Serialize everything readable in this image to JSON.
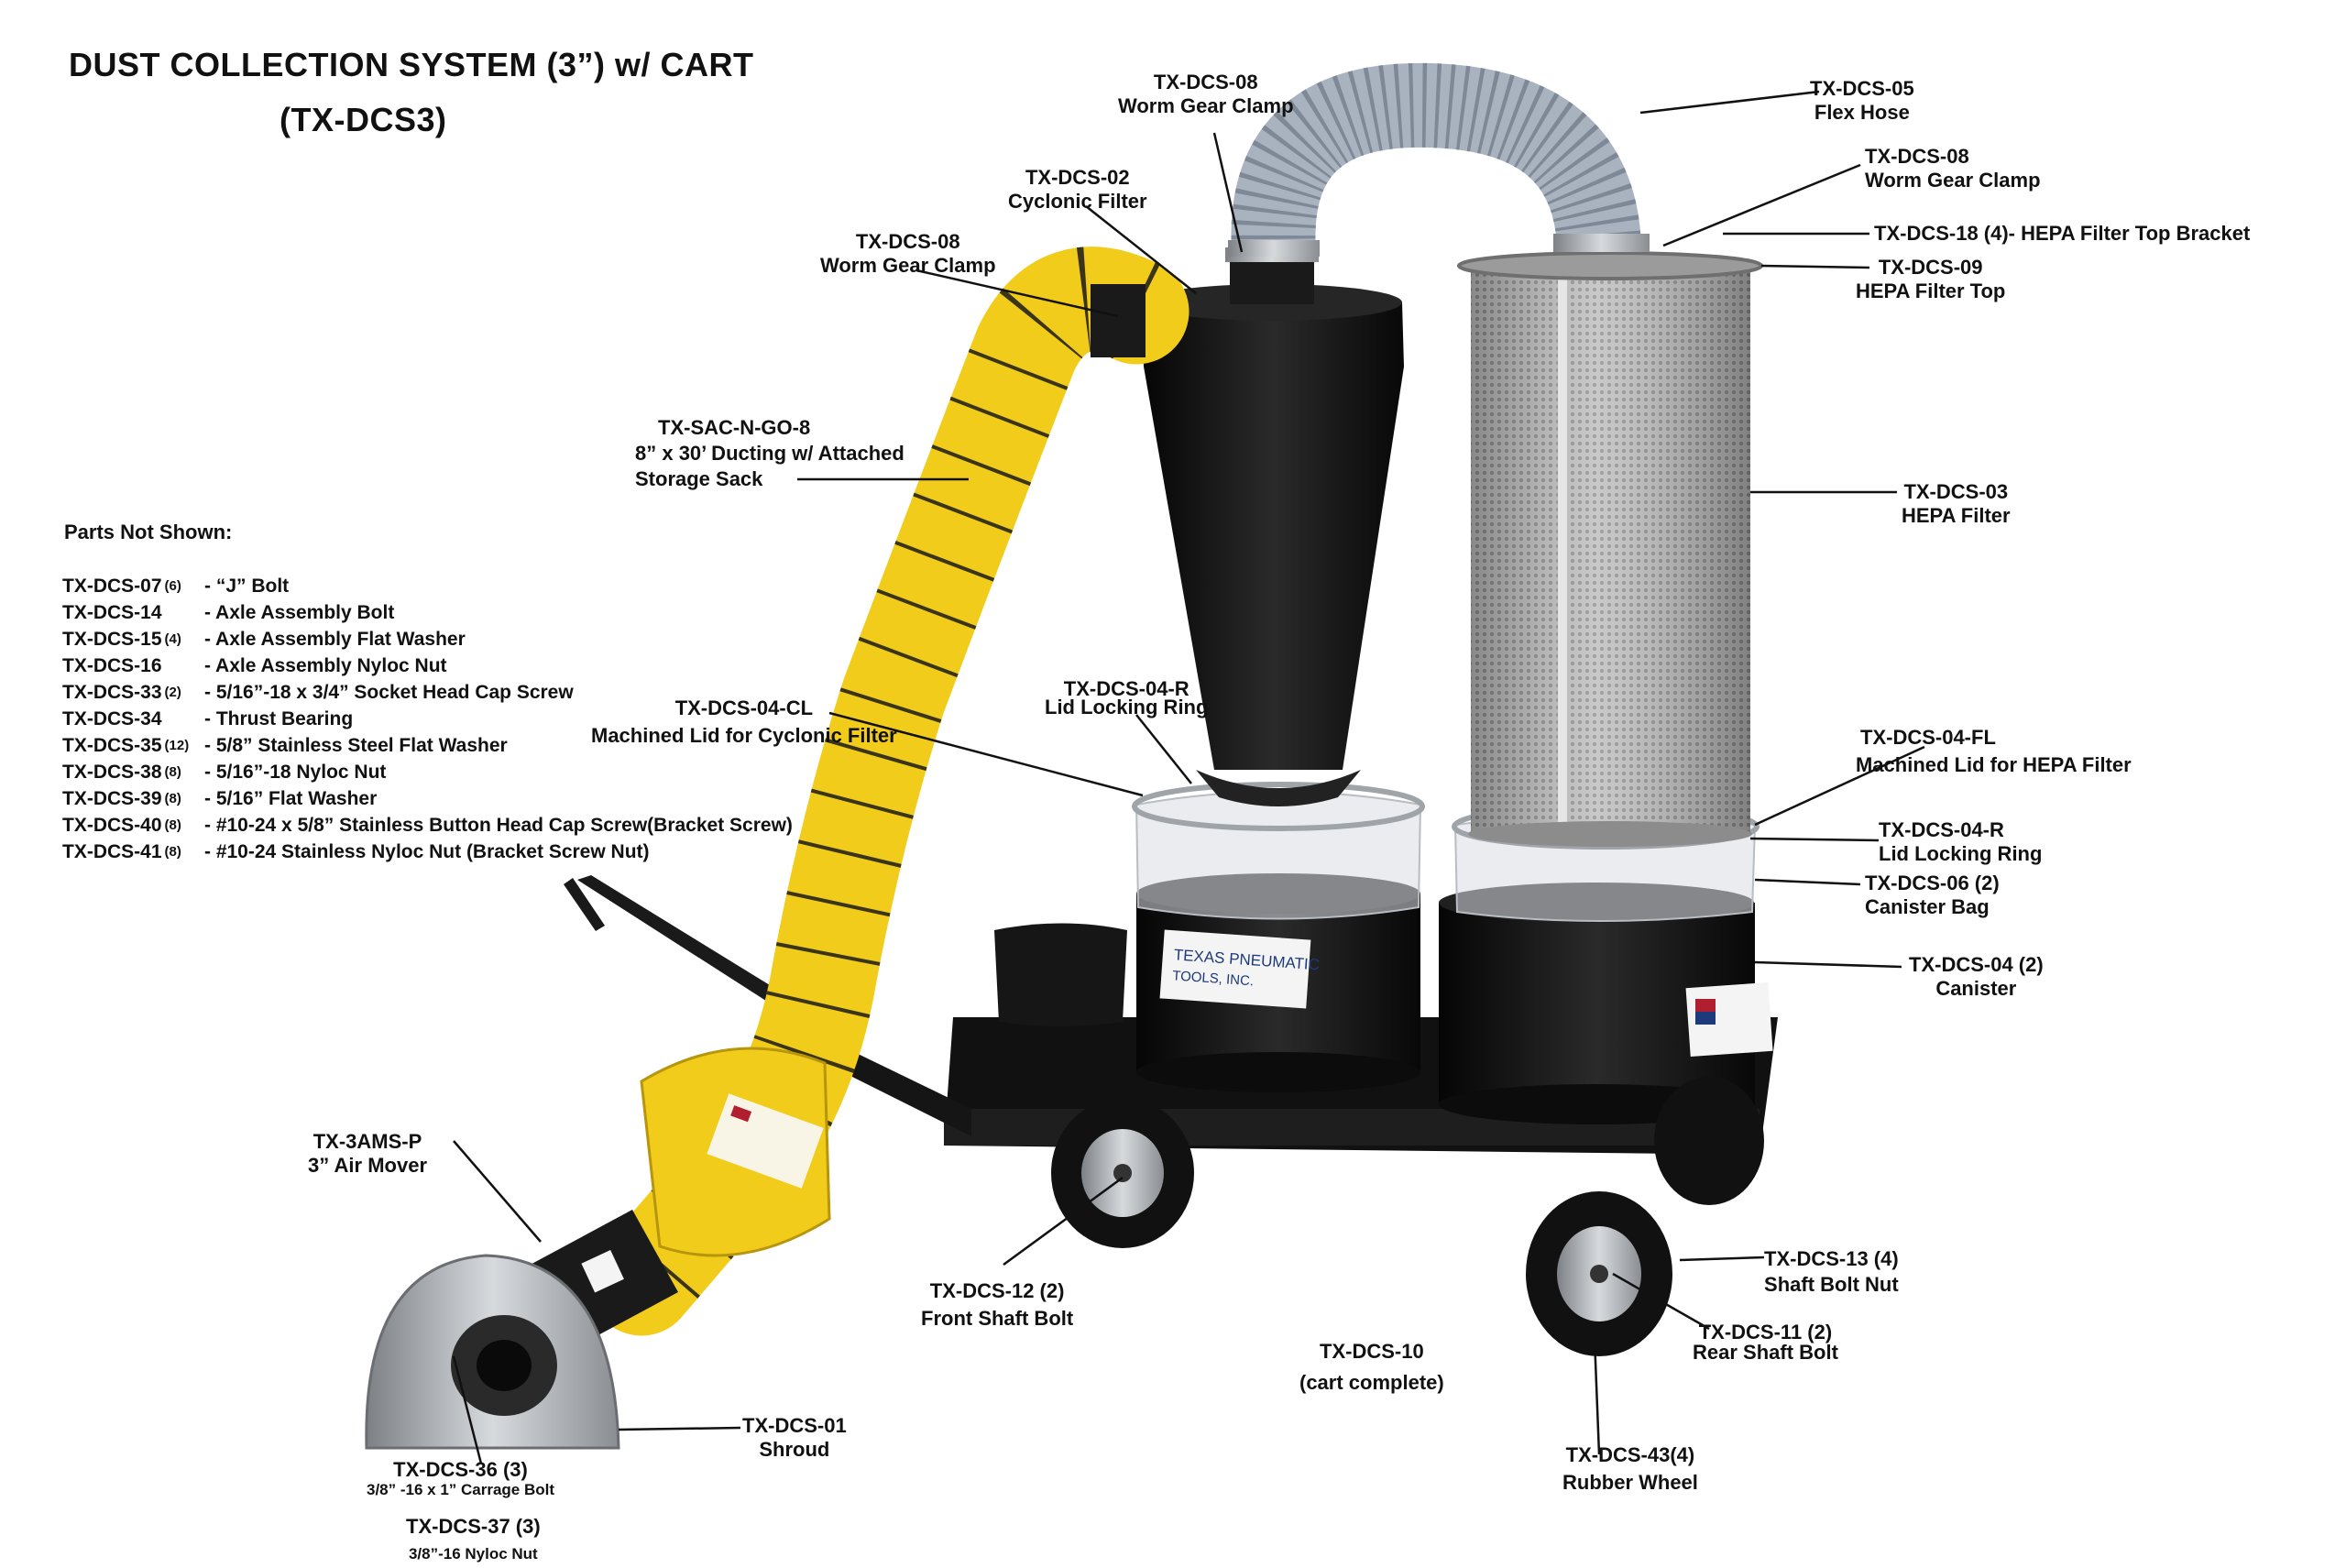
{
  "title": {
    "line1": "DUST COLLECTION SYSTEM (3”) w/ CART",
    "line2": "(TX-DCS3)"
  },
  "parts_not_shown": {
    "heading": "Parts Not Shown:",
    "items": [
      {
        "code": "TX-DCS-07",
        "qty": "(6)",
        "desc": "- “J” Bolt"
      },
      {
        "code": "TX-DCS-14",
        "qty": "",
        "desc": "- Axle Assembly Bolt"
      },
      {
        "code": "TX-DCS-15",
        "qty": "(4)",
        "desc": "- Axle Assembly Flat Washer"
      },
      {
        "code": "TX-DCS-16",
        "qty": "",
        "desc": "- Axle Assembly Nyloc Nut"
      },
      {
        "code": "TX-DCS-33",
        "qty": "(2)",
        "desc": "- 5/16”-18 x 3/4” Socket Head Cap Screw"
      },
      {
        "code": "TX-DCS-34",
        "qty": "",
        "desc": "- Thrust Bearing"
      },
      {
        "code": "TX-DCS-35",
        "qty": "(12)",
        "desc": "- 5/8”  Stainless Steel Flat Washer"
      },
      {
        "code": "TX-DCS-38",
        "qty": "(8)",
        "desc": "- 5/16”-18 Nyloc Nut"
      },
      {
        "code": "TX-DCS-39",
        "qty": "(8)",
        "desc": "- 5/16” Flat Washer"
      },
      {
        "code": "TX-DCS-40",
        "qty": "(8)",
        "desc": "- #10-24 x 5/8” Stainless Button Head Cap Screw(Bracket Screw)"
      },
      {
        "code": "TX-DCS-41",
        "qty": "(8)",
        "desc": "- #10-24 Stainless Nyloc Nut (Bracket Screw Nut)"
      }
    ]
  },
  "callouts": {
    "worm_top": {
      "l1": "TX-DCS-08",
      "l2": "Worm Gear Clamp"
    },
    "flex_hose": {
      "l1": "TX-DCS-05",
      "l2": "Flex Hose"
    },
    "worm_right": {
      "l1": "TX-DCS-08",
      "l2": "Worm Gear Clamp"
    },
    "bracket": {
      "l1": "TX-DCS-18 (4)- HEPA Filter Top Bracket"
    },
    "hepa_top": {
      "l1": "TX-DCS-09",
      "l2": "HEPA Filter Top"
    },
    "cyclonic": {
      "l1": "TX-DCS-02",
      "l2": "Cyclonic Filter"
    },
    "worm_left": {
      "l1": "TX-DCS-08",
      "l2": "Worm Gear Clamp"
    },
    "ducting": {
      "l1": "TX-SAC-N-GO-8",
      "l2": "8” x 30’ Ducting w/ Attached",
      "l3": "Storage Sack"
    },
    "hepa": {
      "l1": "TX-DCS-03",
      "l2": "HEPA Filter"
    },
    "lid_ring_c": {
      "l1": "TX-DCS-04-R",
      "l2": "Lid Locking Ring"
    },
    "lid_cyc": {
      "l1": "TX-DCS-04-CL",
      "l2": "Machined Lid for Cyclonic Filter"
    },
    "lid_hepa": {
      "l1": "TX-DCS-04-FL",
      "l2": "Machined Lid for HEPA Filter"
    },
    "lid_ring_h": {
      "l1": "TX-DCS-04-R",
      "l2": "Lid Locking Ring"
    },
    "bag": {
      "l1": "TX-DCS-06 (2)",
      "l2": "Canister Bag"
    },
    "canister": {
      "l1": "TX-DCS-04 (2)",
      "l2": "Canister"
    },
    "air_mover": {
      "l1": "TX-3AMS-P",
      "l2": "3” Air Mover"
    },
    "front_bolt": {
      "l1": "TX-DCS-12 (2)",
      "l2": "Front Shaft Bolt"
    },
    "shaft_nut": {
      "l1": "TX-DCS-13 (4)",
      "l2": "Shaft Bolt Nut"
    },
    "rear_bolt": {
      "l1": "TX-DCS-11 (2)",
      "l2": "Rear Shaft Bolt"
    },
    "cart": {
      "l1": "TX-DCS-10",
      "l2": "(cart complete)"
    },
    "shroud": {
      "l1": "TX-DCS-01",
      "l2": "Shroud"
    },
    "carriage": {
      "l1": "TX-DCS-36 (3)",
      "l2": "3/8” -16 x 1” Carrage Bolt"
    },
    "nyloc": {
      "l1": "TX-DCS-37 (3)",
      "l2": "3/8”-16 Nyloc Nut"
    },
    "wheel": {
      "l1": "TX-DCS-43(4)",
      "l2": "Rubber Wheel"
    }
  },
  "product_marks": {
    "brand_line1": "TEXAS PNEUMATIC",
    "brand_line2": "TOOLS, INC."
  },
  "colors": {
    "duct_yellow": "#f2cc1a",
    "cart_black": "#141414",
    "filter_gray": "#b7b7b7",
    "hose_blue_gray": "#a9b2bf"
  }
}
